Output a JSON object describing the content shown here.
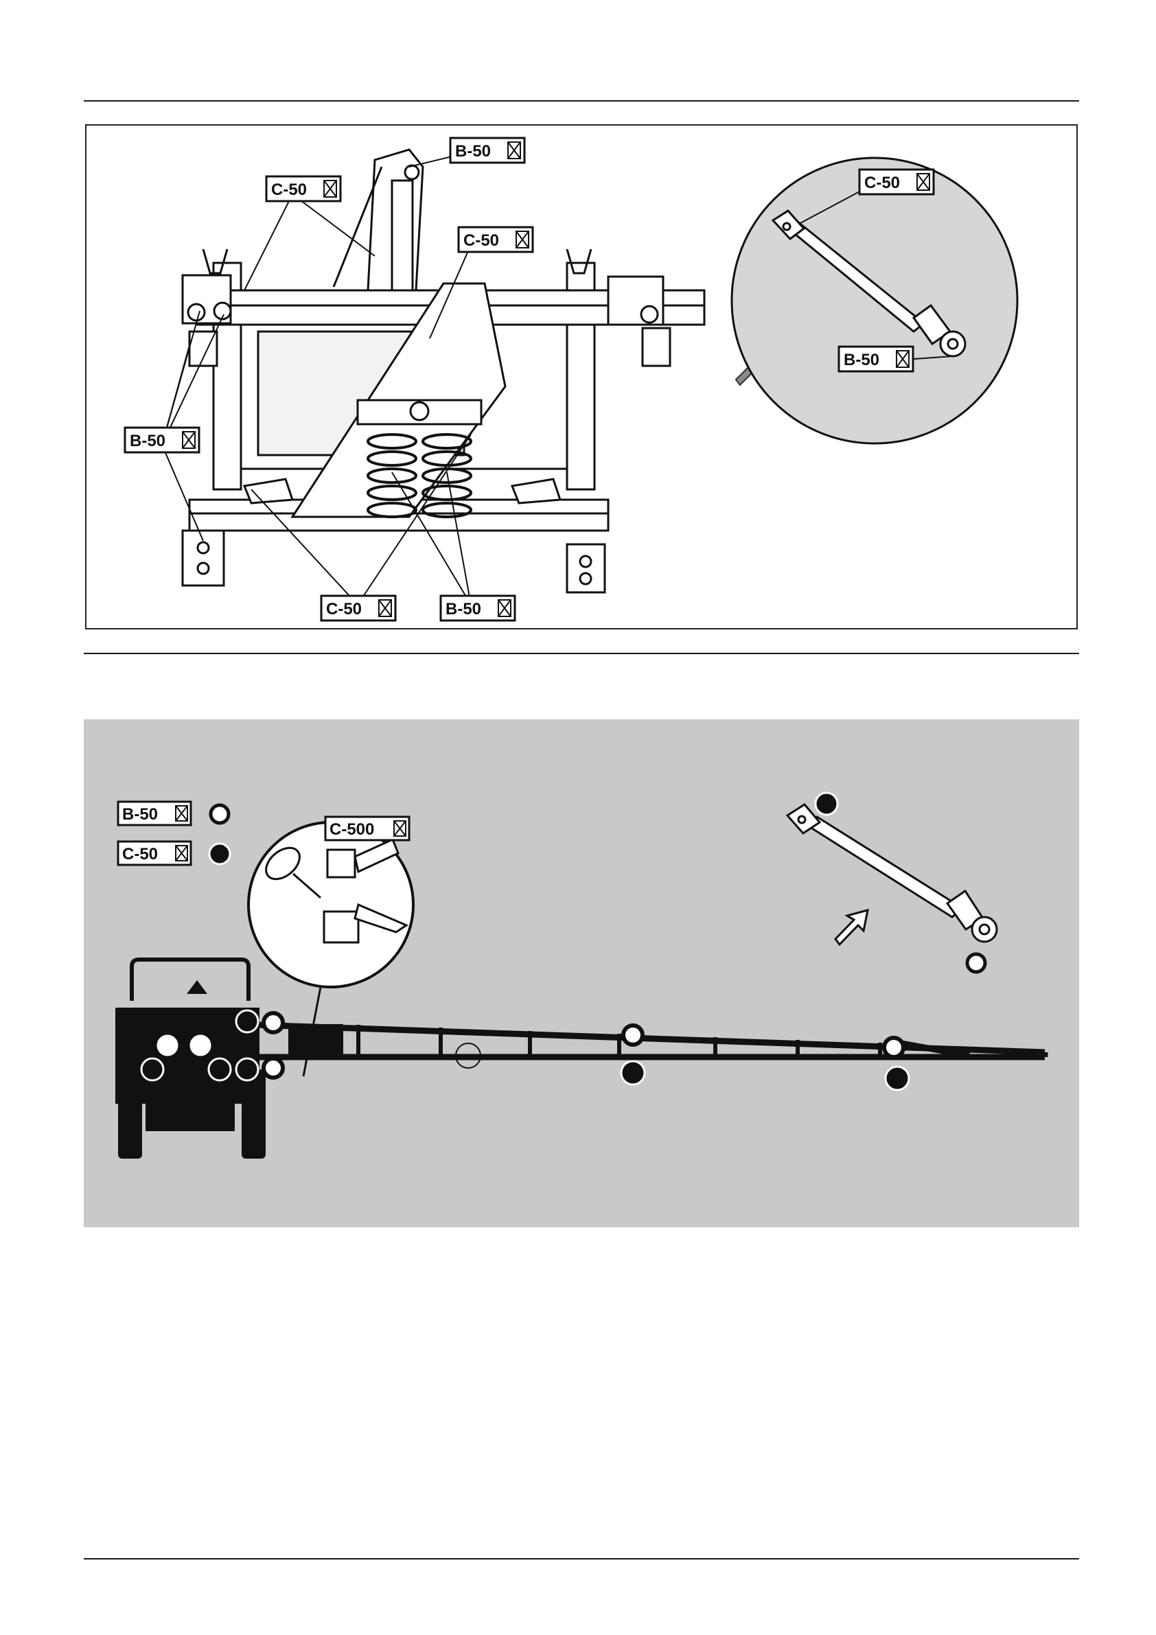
{
  "labels": {
    "b50": "B-50",
    "c50": "C-50",
    "c500": "C-500"
  },
  "colors": {
    "line": "#111111",
    "panel_gray": "#c8c9cb",
    "inset_bg": "#d5d6d8",
    "arrow_gray": "#8a8a8a"
  },
  "legend": {
    "b50_marker": "open-circle",
    "c50_marker": "filled-circle"
  },
  "icons": {
    "hourglass": "hourglass-icon",
    "direction": "arrow-icon"
  }
}
